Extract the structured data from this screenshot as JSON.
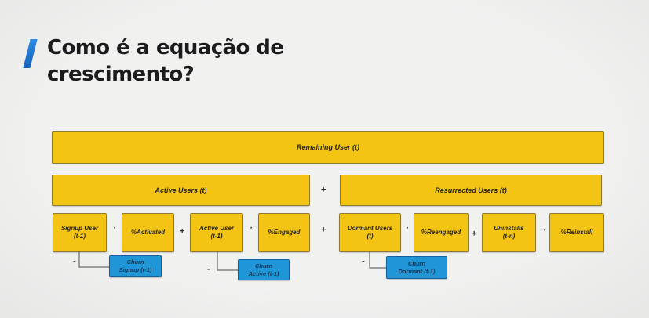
{
  "title": {
    "line1": "Como é a equação de",
    "line2": "crescimento?"
  },
  "colors": {
    "background": "#F0F0EF",
    "accent_blue_slash": "#1B76D2",
    "box_yellow_fill": "#F3C413",
    "box_yellow_border": "#8C7A35",
    "box_blue_fill": "#2196D6",
    "box_blue_border": "#155F9D",
    "title_text": "#1C1C1E",
    "diagram_text": "#26241A",
    "churn_text": "#0D3356",
    "connector_line": "#6B6B68"
  },
  "equation": {
    "result": {
      "label": "Remaining User (t)"
    },
    "level2": {
      "left_label": "Active Users (t)",
      "operator": "+",
      "right_label": "Resurrected Users (t)"
    },
    "terms": [
      {
        "line1": "Signup User",
        "line2": "(t-1)"
      },
      {
        "line1": "%Activated",
        "line2": ""
      },
      {
        "line1": "Active User",
        "line2": "(t-1)"
      },
      {
        "line1": "%Engaged",
        "line2": ""
      },
      {
        "line1": "Dormant Users",
        "line2": "(t)"
      },
      {
        "line1": "%Reengaged",
        "line2": ""
      },
      {
        "line1": "Uninstalls",
        "line2": "(t-n)"
      },
      {
        "line1": "%Reinstall",
        "line2": ""
      }
    ],
    "term_operators": [
      "·",
      "+",
      "·",
      "+",
      "·",
      "+",
      "·"
    ],
    "churn": [
      {
        "operator": "-",
        "line1": "Churn",
        "line2": "Signup (t-1)"
      },
      {
        "operator": "-",
        "line1": "Churn",
        "line2": "Active (t-1)"
      },
      {
        "operator": "-",
        "line1": "Churn",
        "line2": "Dormant (t-1)"
      }
    ]
  }
}
